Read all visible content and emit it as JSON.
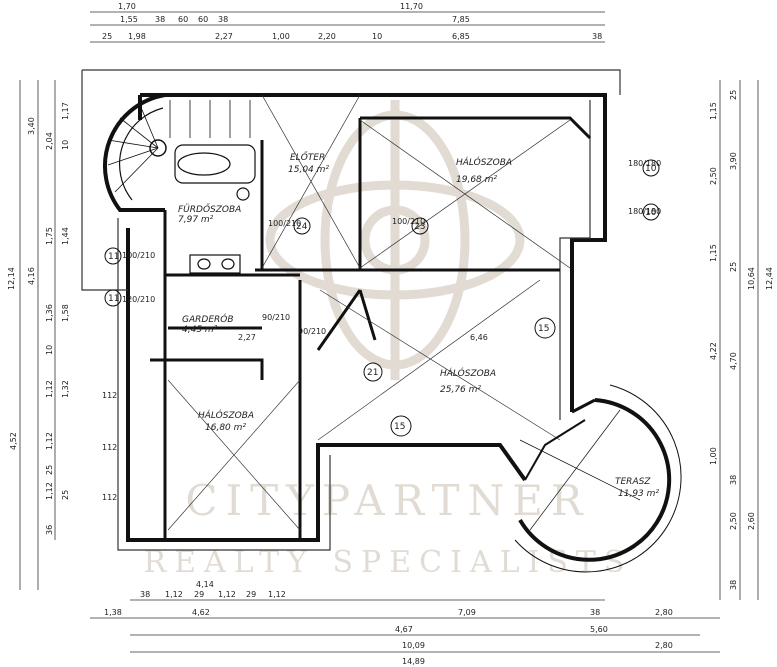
{
  "rooms": {
    "eloter": {
      "name": "ELŐTER",
      "area": "15,04 m²"
    },
    "haloszoba_ne": {
      "name": "HÁLÓSZOBA",
      "area": "19,68 m²"
    },
    "furdoszoba": {
      "name": "FÜRDŐSZOBA",
      "area": "7,97 m²"
    },
    "garderob": {
      "name": "GARDERÓB",
      "area": "4,45 m²"
    },
    "haloszoba_c": {
      "name": "HÁLÓSZOBA",
      "area": "25,76 m²"
    },
    "haloszoba_sw": {
      "name": "HÁLÓSZOBA",
      "area": "16,80 m²"
    },
    "terasz": {
      "name": "TERASZ",
      "area": "11,93 m²"
    }
  },
  "top_dims": {
    "row1": [
      "1,70",
      "11,70"
    ],
    "row2": [
      "1,55",
      "38",
      "60",
      "60",
      "38",
      "7,85"
    ],
    "row3": [
      "25",
      "1,98",
      "2,27",
      "1,00",
      "2,20",
      "10",
      "6,85",
      "38"
    ]
  },
  "bottom_dims": {
    "row1": [
      "38",
      "1,12",
      "29",
      "1,12",
      "29",
      "1,12"
    ],
    "row2": [
      "1,38",
      "4,62",
      "4,14",
      "7,09",
      "4,67",
      "38",
      "2,80"
    ],
    "row3": [
      "5,60",
      "2,80"
    ],
    "row4": [
      "10,09",
      "14,89"
    ]
  },
  "left_dims": [
    "3,40",
    "1,17",
    "2,04",
    "10",
    "1,75",
    "1,44",
    "12,14",
    "4,16",
    "1,36",
    "1,58",
    "10",
    "1,12",
    "1,32",
    "4,52",
    "1,12",
    "25",
    "1,12",
    "25",
    "36"
  ],
  "right_dims": [
    "1,15",
    "25",
    "2,50",
    "3,90",
    "1,15",
    "25",
    "10,64",
    "12,44",
    "4,22",
    "4,70",
    "1,00",
    "38",
    "2,50",
    "2,60",
    "38"
  ],
  "opening_labels": [
    "180/180",
    "180/180",
    "100/210",
    "100/210",
    "90/210",
    "90/210",
    "100/210",
    "120/210",
    "2,27",
    "6,46",
    "112",
    "112",
    "112"
  ],
  "symbols": [
    "10",
    "10",
    "11",
    "11",
    "15",
    "15",
    "21",
    "23",
    "24"
  ],
  "watermark": {
    "line1": "CITYPARTNER",
    "line2": "REALTY SPECIALISTS"
  }
}
